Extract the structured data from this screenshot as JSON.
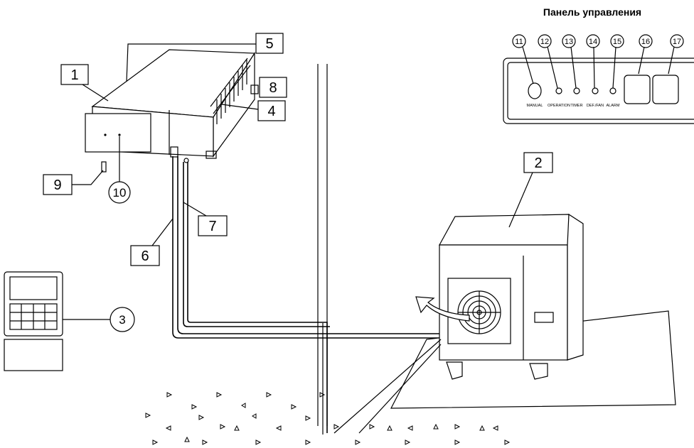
{
  "panel": {
    "title": "Панель управления",
    "indicators": [
      "11",
      "12",
      "13",
      "14",
      "15",
      "16",
      "17"
    ],
    "button_labels": [
      "MANUAL",
      "OPERATION",
      "TIMER",
      "DEF./FAN",
      "ALARM"
    ]
  },
  "callouts": {
    "c1": "1",
    "c2": "2",
    "c3": "3",
    "c4": "4",
    "c5": "5",
    "c6": "6",
    "c7": "7",
    "c8": "8",
    "c9": "9",
    "c10": "10"
  }
}
